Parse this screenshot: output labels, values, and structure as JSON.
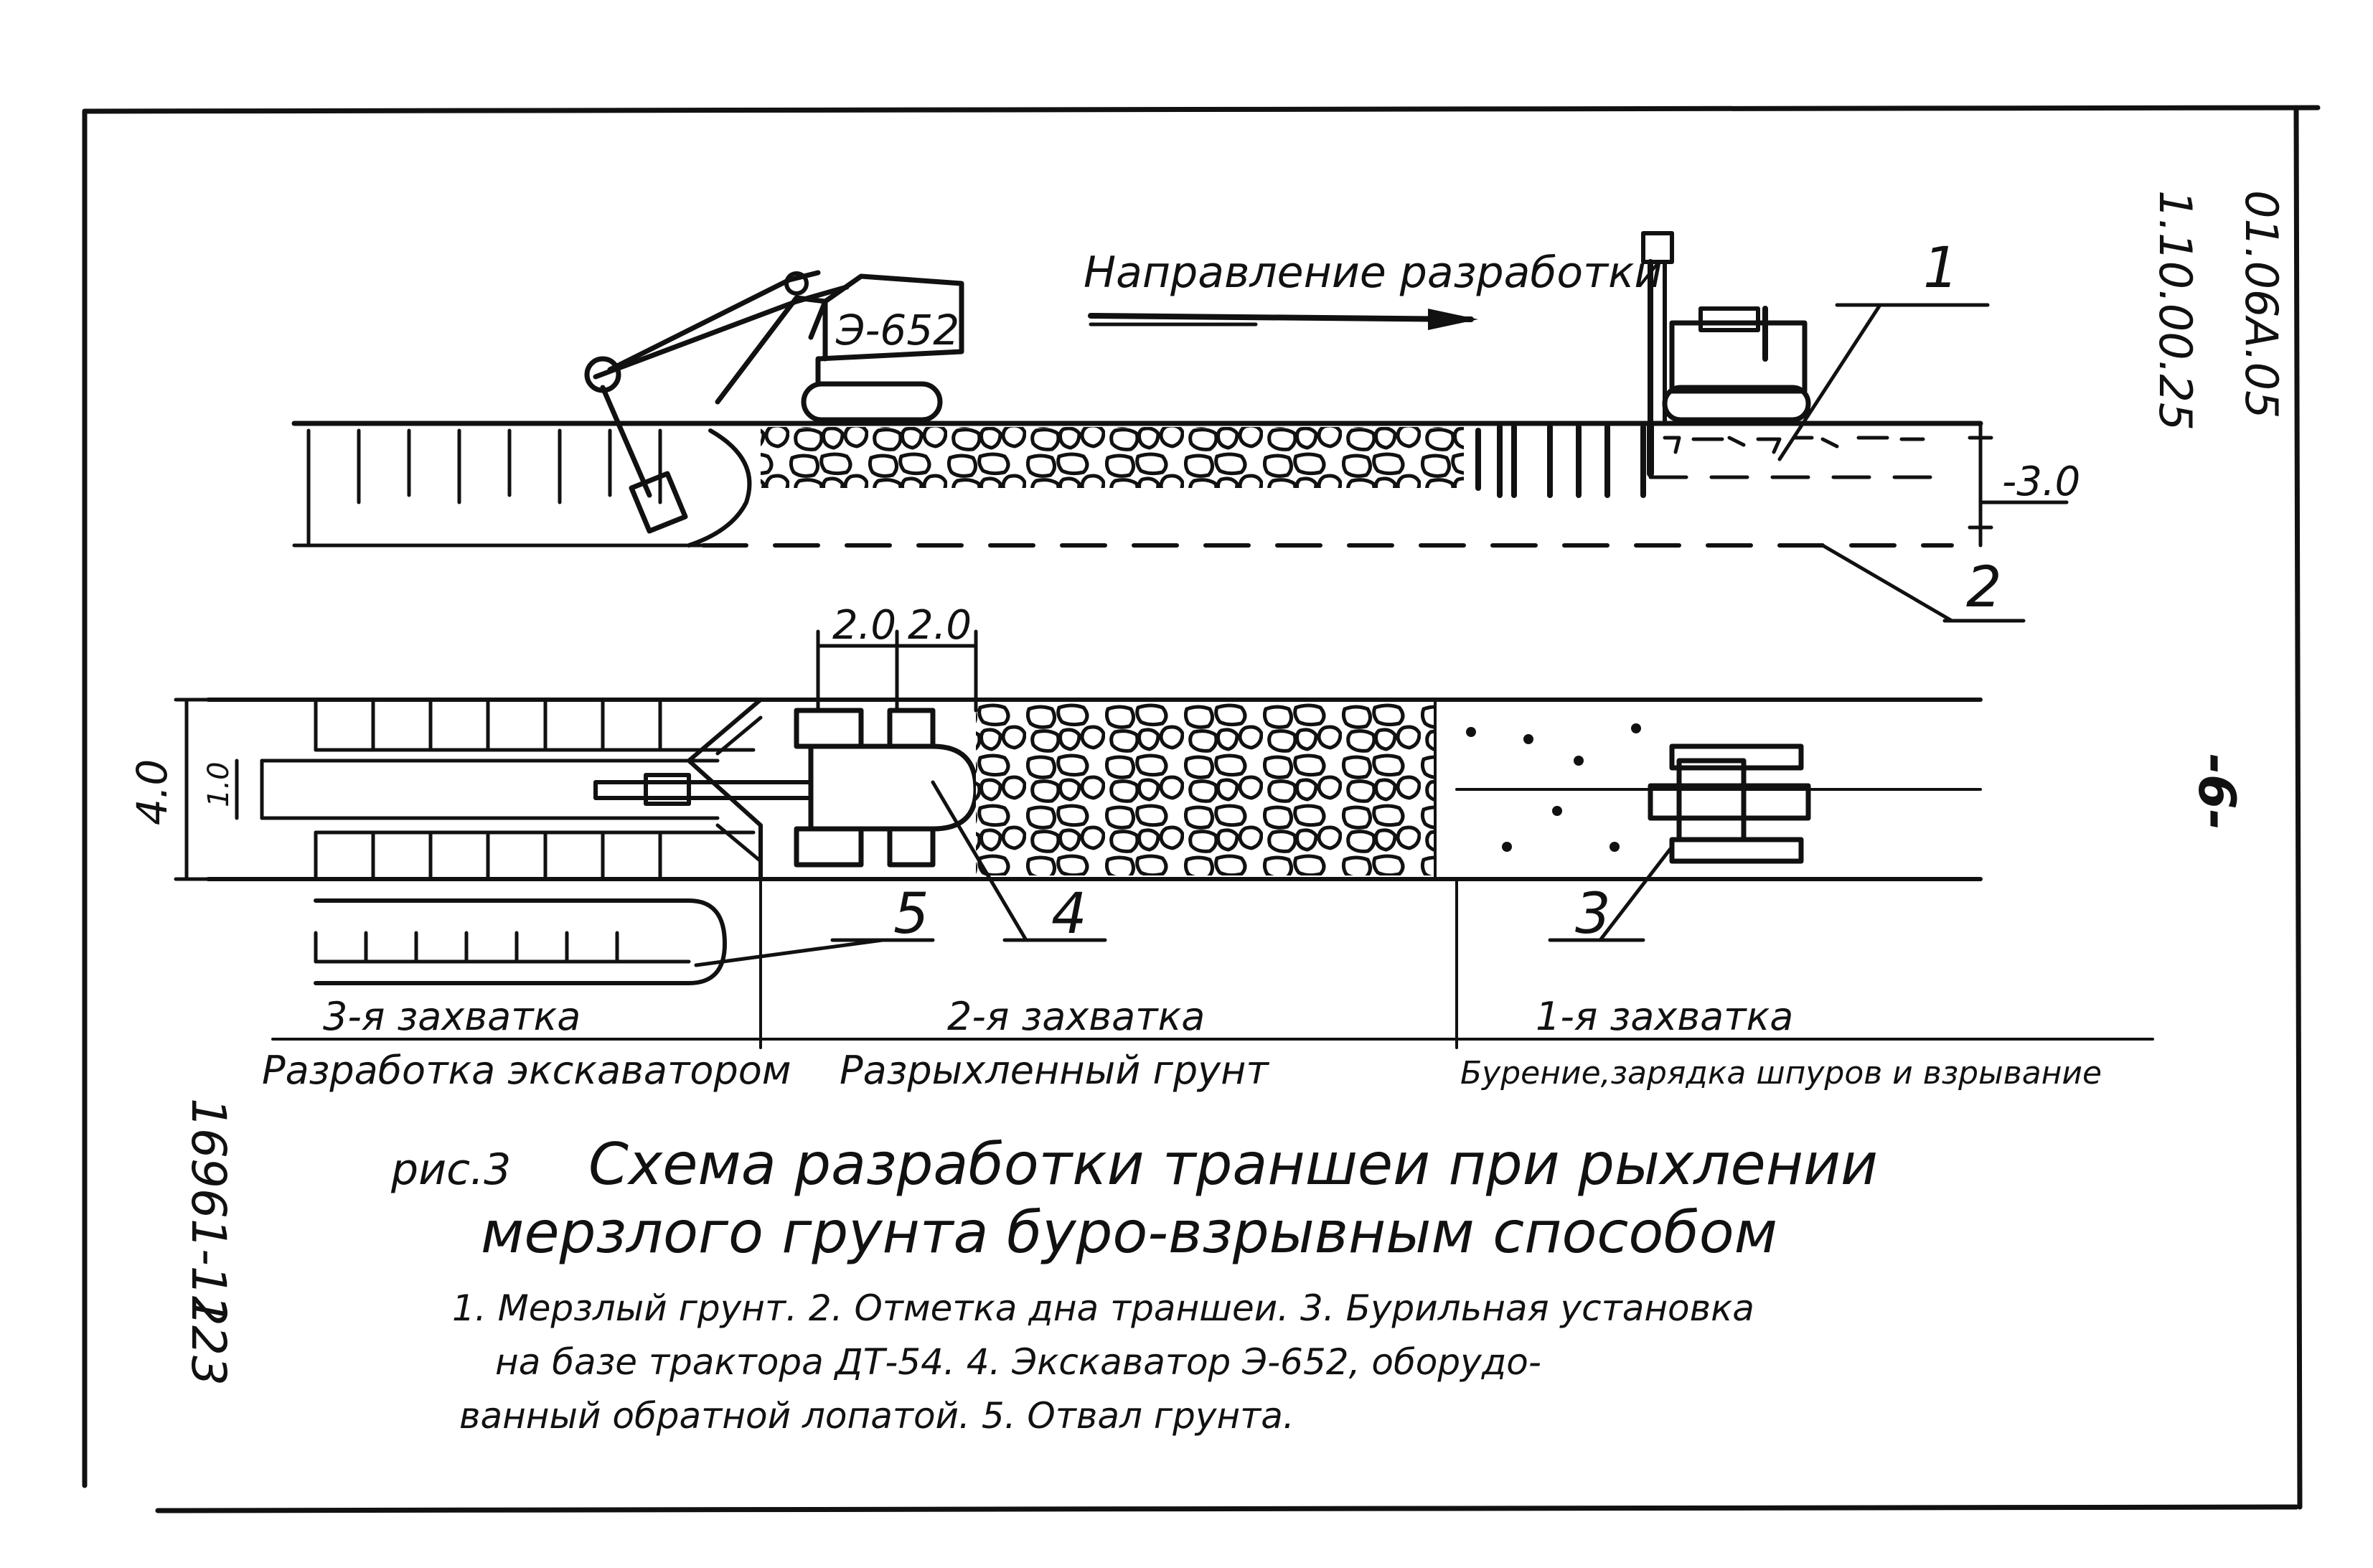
{
  "sheet": {
    "code_1": "01.06А.05",
    "code_2": "1.10.00.25",
    "page_mark": "-6-",
    "side_code": "16961-12",
    "side_page": "123"
  },
  "profile": {
    "excavator_model": "Э-652",
    "direction_label": "Направление разработки",
    "depth_mark": "-3.0",
    "callout_1": "1",
    "callout_2": "2"
  },
  "plan": {
    "dim_width": "4.0",
    "dim_inner": "1.0",
    "dim_a": "2.0",
    "dim_b": "2.0",
    "callout_3": "3",
    "callout_4": "4",
    "callout_5": "5"
  },
  "zones": [
    {
      "title": "3-я захватка",
      "subtitle": "Разработка экскаватором"
    },
    {
      "title": "2-я захватка",
      "subtitle": "Разрыхленный грунт"
    },
    {
      "title": "1-я захватка",
      "subtitle": "Бурение,зарядка шпуров и взрывание"
    }
  ],
  "caption": {
    "prefix": "рис.3",
    "line_1": "Схема разработки траншеи при рыхлении",
    "line_2": "мерзлого грунта буро-взрывным способом"
  },
  "legend": {
    "line_1": "1. Мерзлый грунт.  2. Отметка дна траншеи. 3. Бурильная установка",
    "line_2": "на базе  трактора ДТ-54.  4. Экскаватор Э-652, оборудо-",
    "line_3": "ванный обратной лопатой.   5. Отвал грунта."
  }
}
